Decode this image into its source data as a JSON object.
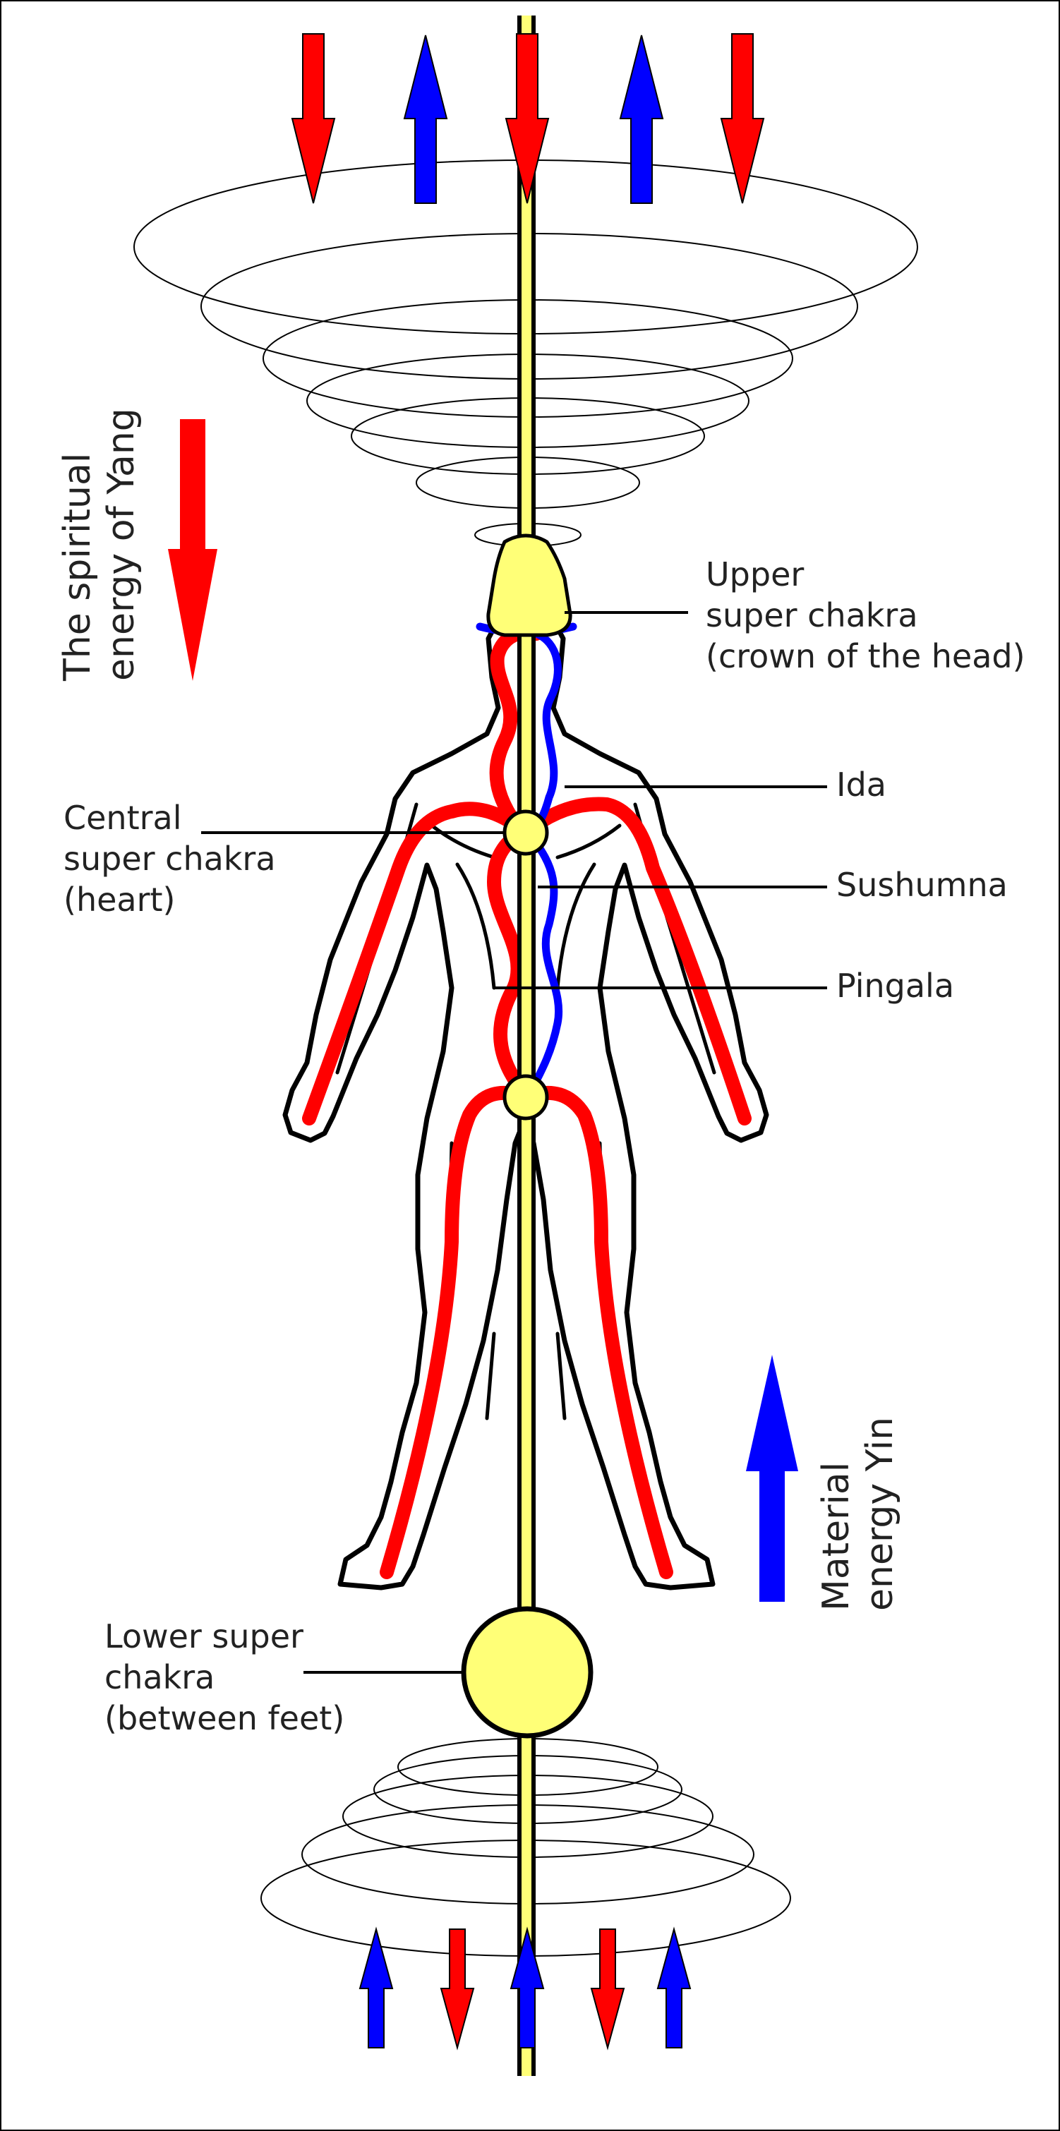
{
  "labels": {
    "yang": [
      "The spiritual",
      "energy of Yang"
    ],
    "yin": [
      "Material",
      "energy Yin"
    ],
    "upper": [
      "Upper",
      "super chakra",
      "(crown of the head)"
    ],
    "central": [
      "Central",
      "super chakra",
      "(heart)"
    ],
    "lower": [
      "Lower super",
      "chakra",
      "(between feet)"
    ],
    "ida": "Ida",
    "sushumna": "Sushumna",
    "pingala": "Pingala"
  },
  "colors": {
    "yang": "#ff0000",
    "yin": "#0000ff",
    "chakra": "#ffff77",
    "sushumna": "#ffff77",
    "outline": "#000000"
  },
  "icons": {
    "top_arrows": [
      "down",
      "up",
      "down",
      "up",
      "down"
    ],
    "bottom_arrows": [
      "up",
      "down",
      "up",
      "down",
      "up"
    ]
  }
}
